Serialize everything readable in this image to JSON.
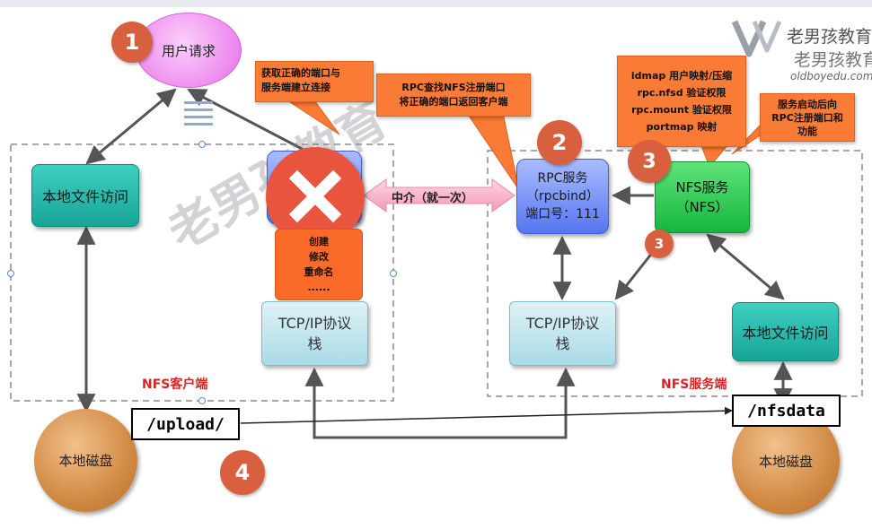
{
  "watermark": {
    "text": "老男孩教育",
    "brand_cn": "老男孩教育",
    "domain": "oldboyedu.com"
  },
  "steps": {
    "s1": "1",
    "s2": "2",
    "s3a": "3",
    "s3b": "3",
    "s4": "4"
  },
  "user_request": "用户请求",
  "callouts": {
    "client_connect": [
      "获取正确的端口与",
      "服务端建立连接"
    ],
    "rpc_lookup": [
      "RPC查找NFS注册端口",
      "将正确的端口返回客户端"
    ],
    "nfs_features": [
      "idmap 用户映射/压缩",
      "rpc.nfsd 验证权限",
      "rpc.mount 验证权限",
      "portmap 映射"
    ],
    "nfs_register": [
      "服务启动后向",
      "RPC注册端口和",
      "功能"
    ]
  },
  "client": {
    "local_file_access": "本地文件访问",
    "ops": [
      "创建",
      "修改",
      "重命名",
      "......"
    ],
    "tcpip": [
      "TCP/IP协议",
      "栈"
    ],
    "label": "NFS客户端",
    "disk": "本地磁盘",
    "mount_dir": "/upload/"
  },
  "middle": {
    "broker": "中介（就一次）"
  },
  "server": {
    "rpc": [
      "RPC服务",
      "（rpcbind）",
      "端口号：111"
    ],
    "nfs": [
      "NFS服务",
      "（NFS）"
    ],
    "tcpip": [
      "TCP/IP协议",
      "栈"
    ],
    "local_file_access": "本地文件访问",
    "label": "NFS服务端",
    "disk": "本地磁盘",
    "share_dir": "/nfsdata"
  },
  "colors": {
    "accent_red": "#e02020",
    "step_badge": "#d9603f",
    "callout": "#fa7b35"
  },
  "icons": {
    "reject": "x-mark-icon",
    "menu": "three-bars-icon"
  }
}
